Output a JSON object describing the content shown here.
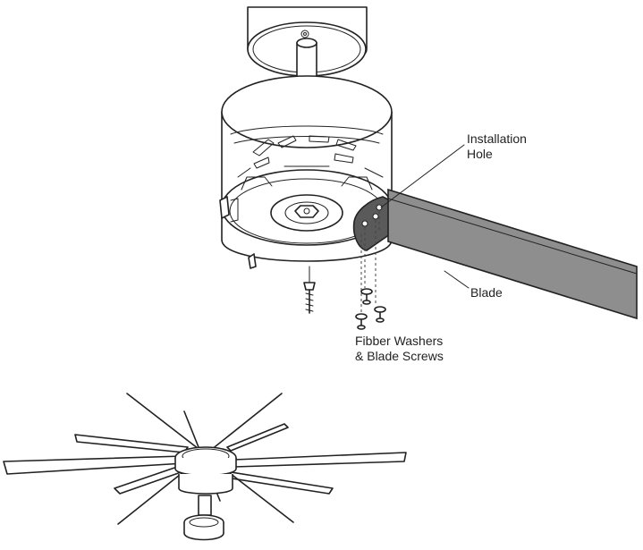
{
  "labels": {
    "installation_hole": [
      "Installation",
      "Hole"
    ],
    "blade": "Blade",
    "fasteners": [
      "Fibber Washers",
      "& Blade Screws"
    ]
  },
  "colors": {
    "outline": "#222222",
    "blade_fill": "#8e8e8e",
    "bracket_fill": "#5a5a5a",
    "background": "#ffffff"
  }
}
